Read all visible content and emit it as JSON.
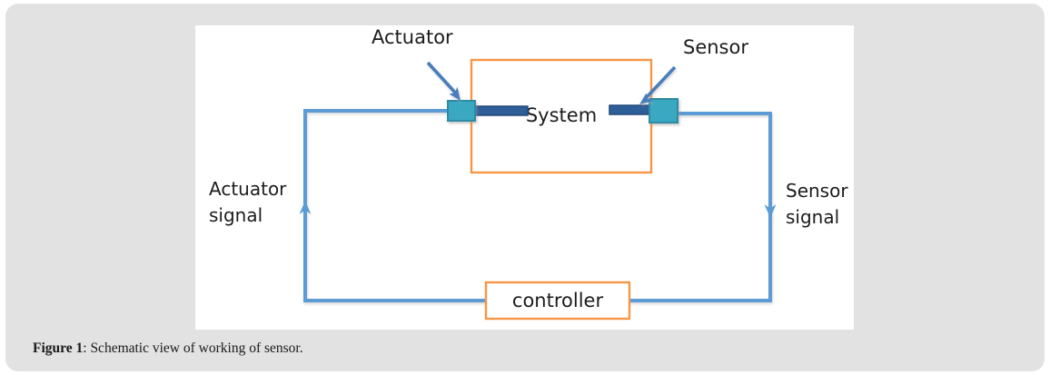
{
  "figure": {
    "caption_label": "Figure 1",
    "caption_separator": ":",
    "caption_text": " Schematic view of working of sensor.",
    "colors": {
      "panel_background": "#e2e2e2",
      "figure_background": "#ffffff",
      "box_border_orange": "#f79646",
      "signal_line_blue": "#5b9bd5",
      "callout_arrow_blue": "#4a7ebb",
      "device_fill_teal": "#3aa8c1",
      "device_border_teal": "#2e8ba3",
      "device_rod_navy": "#2e5f99",
      "text_color": "#1c1c1c"
    },
    "diagram": {
      "type": "control-loop-block-diagram",
      "blocks": [
        {
          "id": "system",
          "label": "System",
          "shape": "rectangle",
          "border": "orange",
          "fill": "white"
        },
        {
          "id": "controller",
          "label": "controller",
          "shape": "rectangle",
          "border": "orange",
          "fill": "white"
        }
      ],
      "devices": [
        {
          "id": "actuator-device",
          "label": "Actuator",
          "type": "teal-block-with-rod",
          "attached_to": "system",
          "side": "left"
        },
        {
          "id": "sensor-device",
          "label": "Sensor",
          "type": "teal-block-with-rod",
          "attached_to": "system",
          "side": "right"
        }
      ],
      "callouts": [
        {
          "id": "actuator-callout",
          "label": "Actuator",
          "points_to": "actuator-device",
          "arrow_direction": "down-right"
        },
        {
          "id": "sensor-callout",
          "label": "Sensor",
          "points_to": "sensor-device",
          "arrow_direction": "down-left"
        }
      ],
      "signals": [
        {
          "id": "actuator-signal",
          "label_line1": "Actuator",
          "label_line2": "signal",
          "side": "left",
          "arrow_direction": "up",
          "path": "controller -> actuator"
        },
        {
          "id": "sensor-signal",
          "label_line1": "Sensor",
          "label_line2": "signal",
          "side": "right",
          "arrow_direction": "down",
          "path": "sensor -> controller"
        }
      ]
    }
  }
}
